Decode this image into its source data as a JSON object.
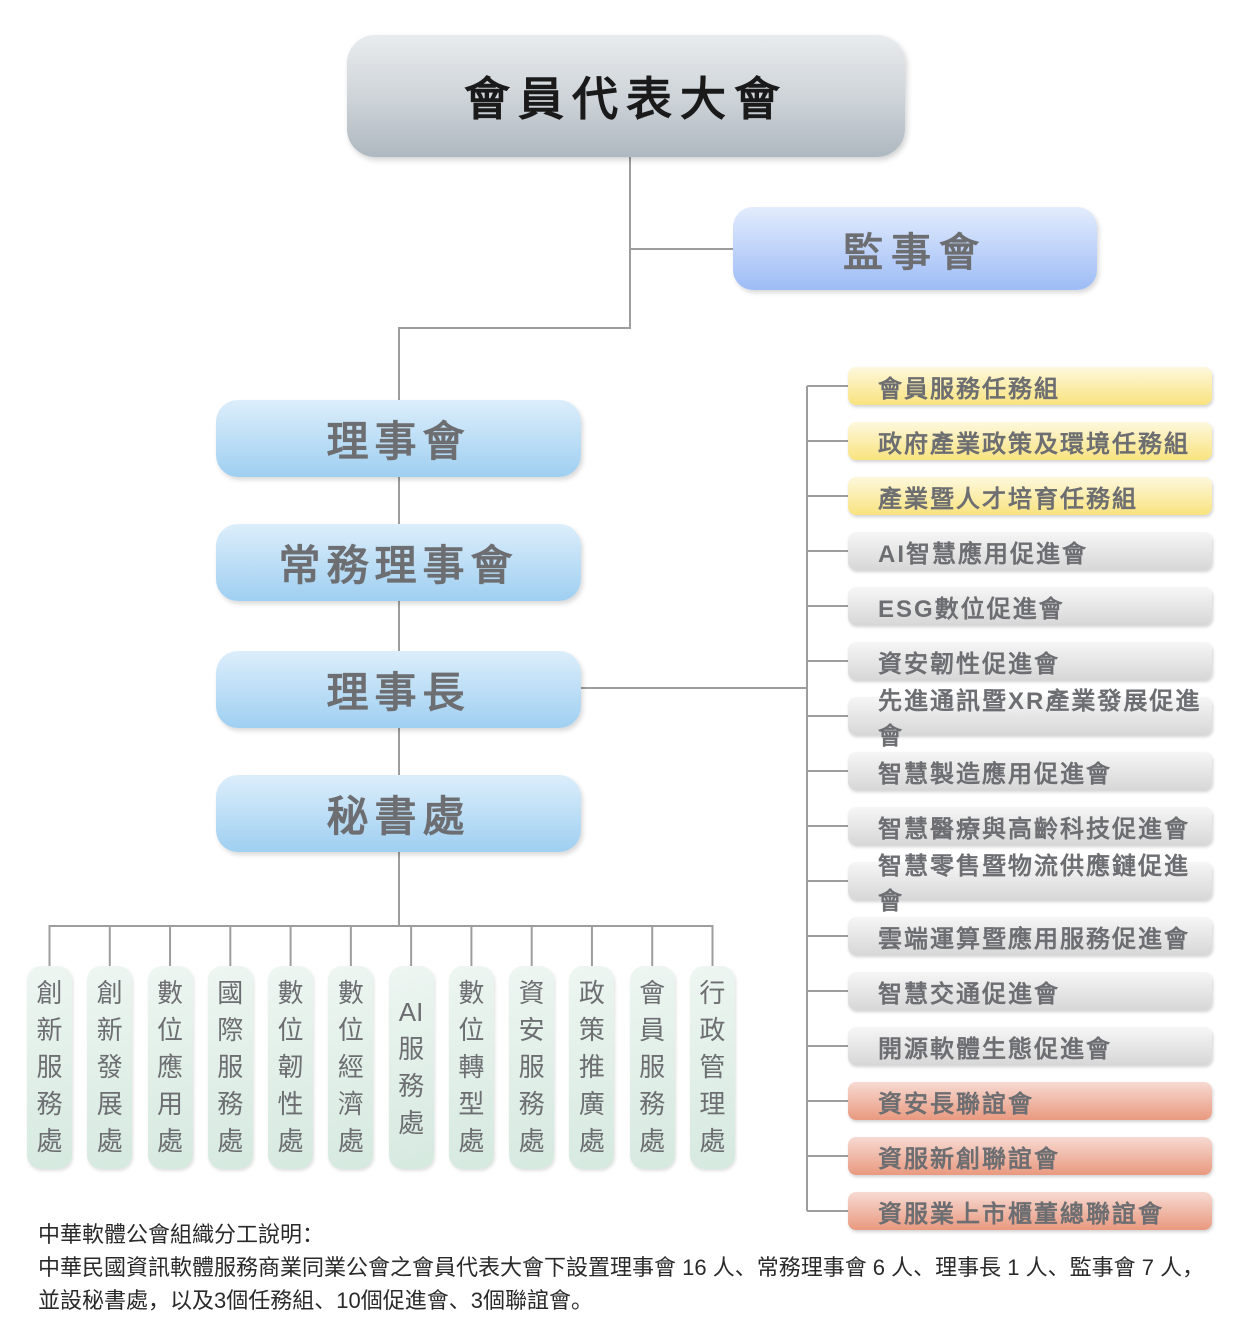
{
  "nodes": {
    "assembly": "會員代表大會",
    "supervisors": "監事會",
    "board": "理事會",
    "standing_board": "常務理事會",
    "chairman": "理事長",
    "secretariat": "秘書處"
  },
  "right_panel": {
    "items": [
      {
        "label": "會員服務任務組",
        "type": "task"
      },
      {
        "label": "政府產業政策及環境任務組",
        "type": "task"
      },
      {
        "label": "產業暨人才培育任務組",
        "type": "task"
      },
      {
        "label": "AI智慧應用促進會",
        "type": "promotion"
      },
      {
        "label": "ESG數位促進會",
        "type": "promotion"
      },
      {
        "label": "資安韌性促進會",
        "type": "promotion"
      },
      {
        "label": "先進通訊暨XR產業發展促進會",
        "type": "promotion"
      },
      {
        "label": "智慧製造應用促進會",
        "type": "promotion"
      },
      {
        "label": "智慧醫療與高齡科技促進會",
        "type": "promotion"
      },
      {
        "label": "智慧零售暨物流供應鏈促進會",
        "type": "promotion"
      },
      {
        "label": "雲端運算暨應用服務促進會",
        "type": "promotion"
      },
      {
        "label": "智慧交通促進會",
        "type": "promotion"
      },
      {
        "label": "開源軟體生態促進會",
        "type": "promotion"
      },
      {
        "label": "資安長聯誼會",
        "type": "fellowship"
      },
      {
        "label": "資服新創聯誼會",
        "type": "fellowship"
      },
      {
        "label": "資服業上市櫃董總聯誼會",
        "type": "fellowship"
      }
    ]
  },
  "departments": [
    {
      "label": "創新服務處"
    },
    {
      "label": "創新發展處"
    },
    {
      "label": "數位應用處"
    },
    {
      "label": "國際服務處"
    },
    {
      "label": "數位韌性處"
    },
    {
      "label": "數位經濟處"
    },
    {
      "label": "AI服務處"
    },
    {
      "label": "數位轉型處"
    },
    {
      "label": "資安服務處"
    },
    {
      "label": "政策推廣處"
    },
    {
      "label": "會員服務處"
    },
    {
      "label": "行政管理處"
    }
  ],
  "footer": {
    "line1": "中華軟體公會組織分工說明：",
    "line2": "中華民國資訊軟體服務商業同業公會之會員代表大會下設置理事會 16 人、常務理事會 6 人、理事長 1 人、監事會 7 人，",
    "line3": "並設秘書處，以及3個任務組、10個促進會、3個聯誼會。"
  },
  "colors": {
    "assembly_top": "#e9ecee",
    "assembly_bottom": "#aeb8c0",
    "assembly_text": "#1a1a1a",
    "supervisor_top": "#e3ecfd",
    "supervisor_bottom": "#9dbcf6",
    "blue_top": "#dceefb",
    "blue_bottom": "#9fcff1",
    "task_top": "#fdf8dd",
    "task_bottom": "#f9e37e",
    "promotion_top": "#f6f6f6",
    "promotion_bottom": "#d7d7d8",
    "fellowship_top": "#f7dad2",
    "fellowship_bottom": "#e9997f",
    "department_top": "#eef6f2",
    "department_bottom": "#d5e9df",
    "heading_text": "#6d6e71",
    "line": "#9d9d9d"
  }
}
